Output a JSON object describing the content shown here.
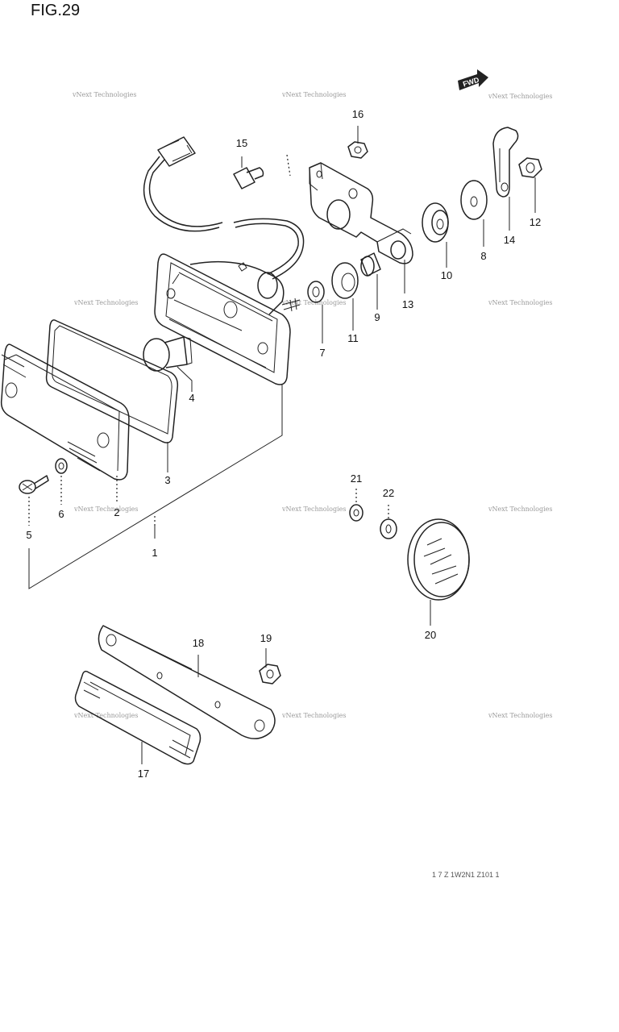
{
  "figure": {
    "title": "FIG.29"
  },
  "fwd_label": "FWD",
  "watermark_text": "vNext Technologies",
  "footer_text": "1 7 Z 1W2N1 Z101 1",
  "callouts": [
    "1",
    "2",
    "3",
    "4",
    "5",
    "6",
    "7",
    "8",
    "9",
    "10",
    "11",
    "12",
    "13",
    "14",
    "15",
    "16",
    "17",
    "18",
    "19",
    "20",
    "21",
    "22"
  ]
}
